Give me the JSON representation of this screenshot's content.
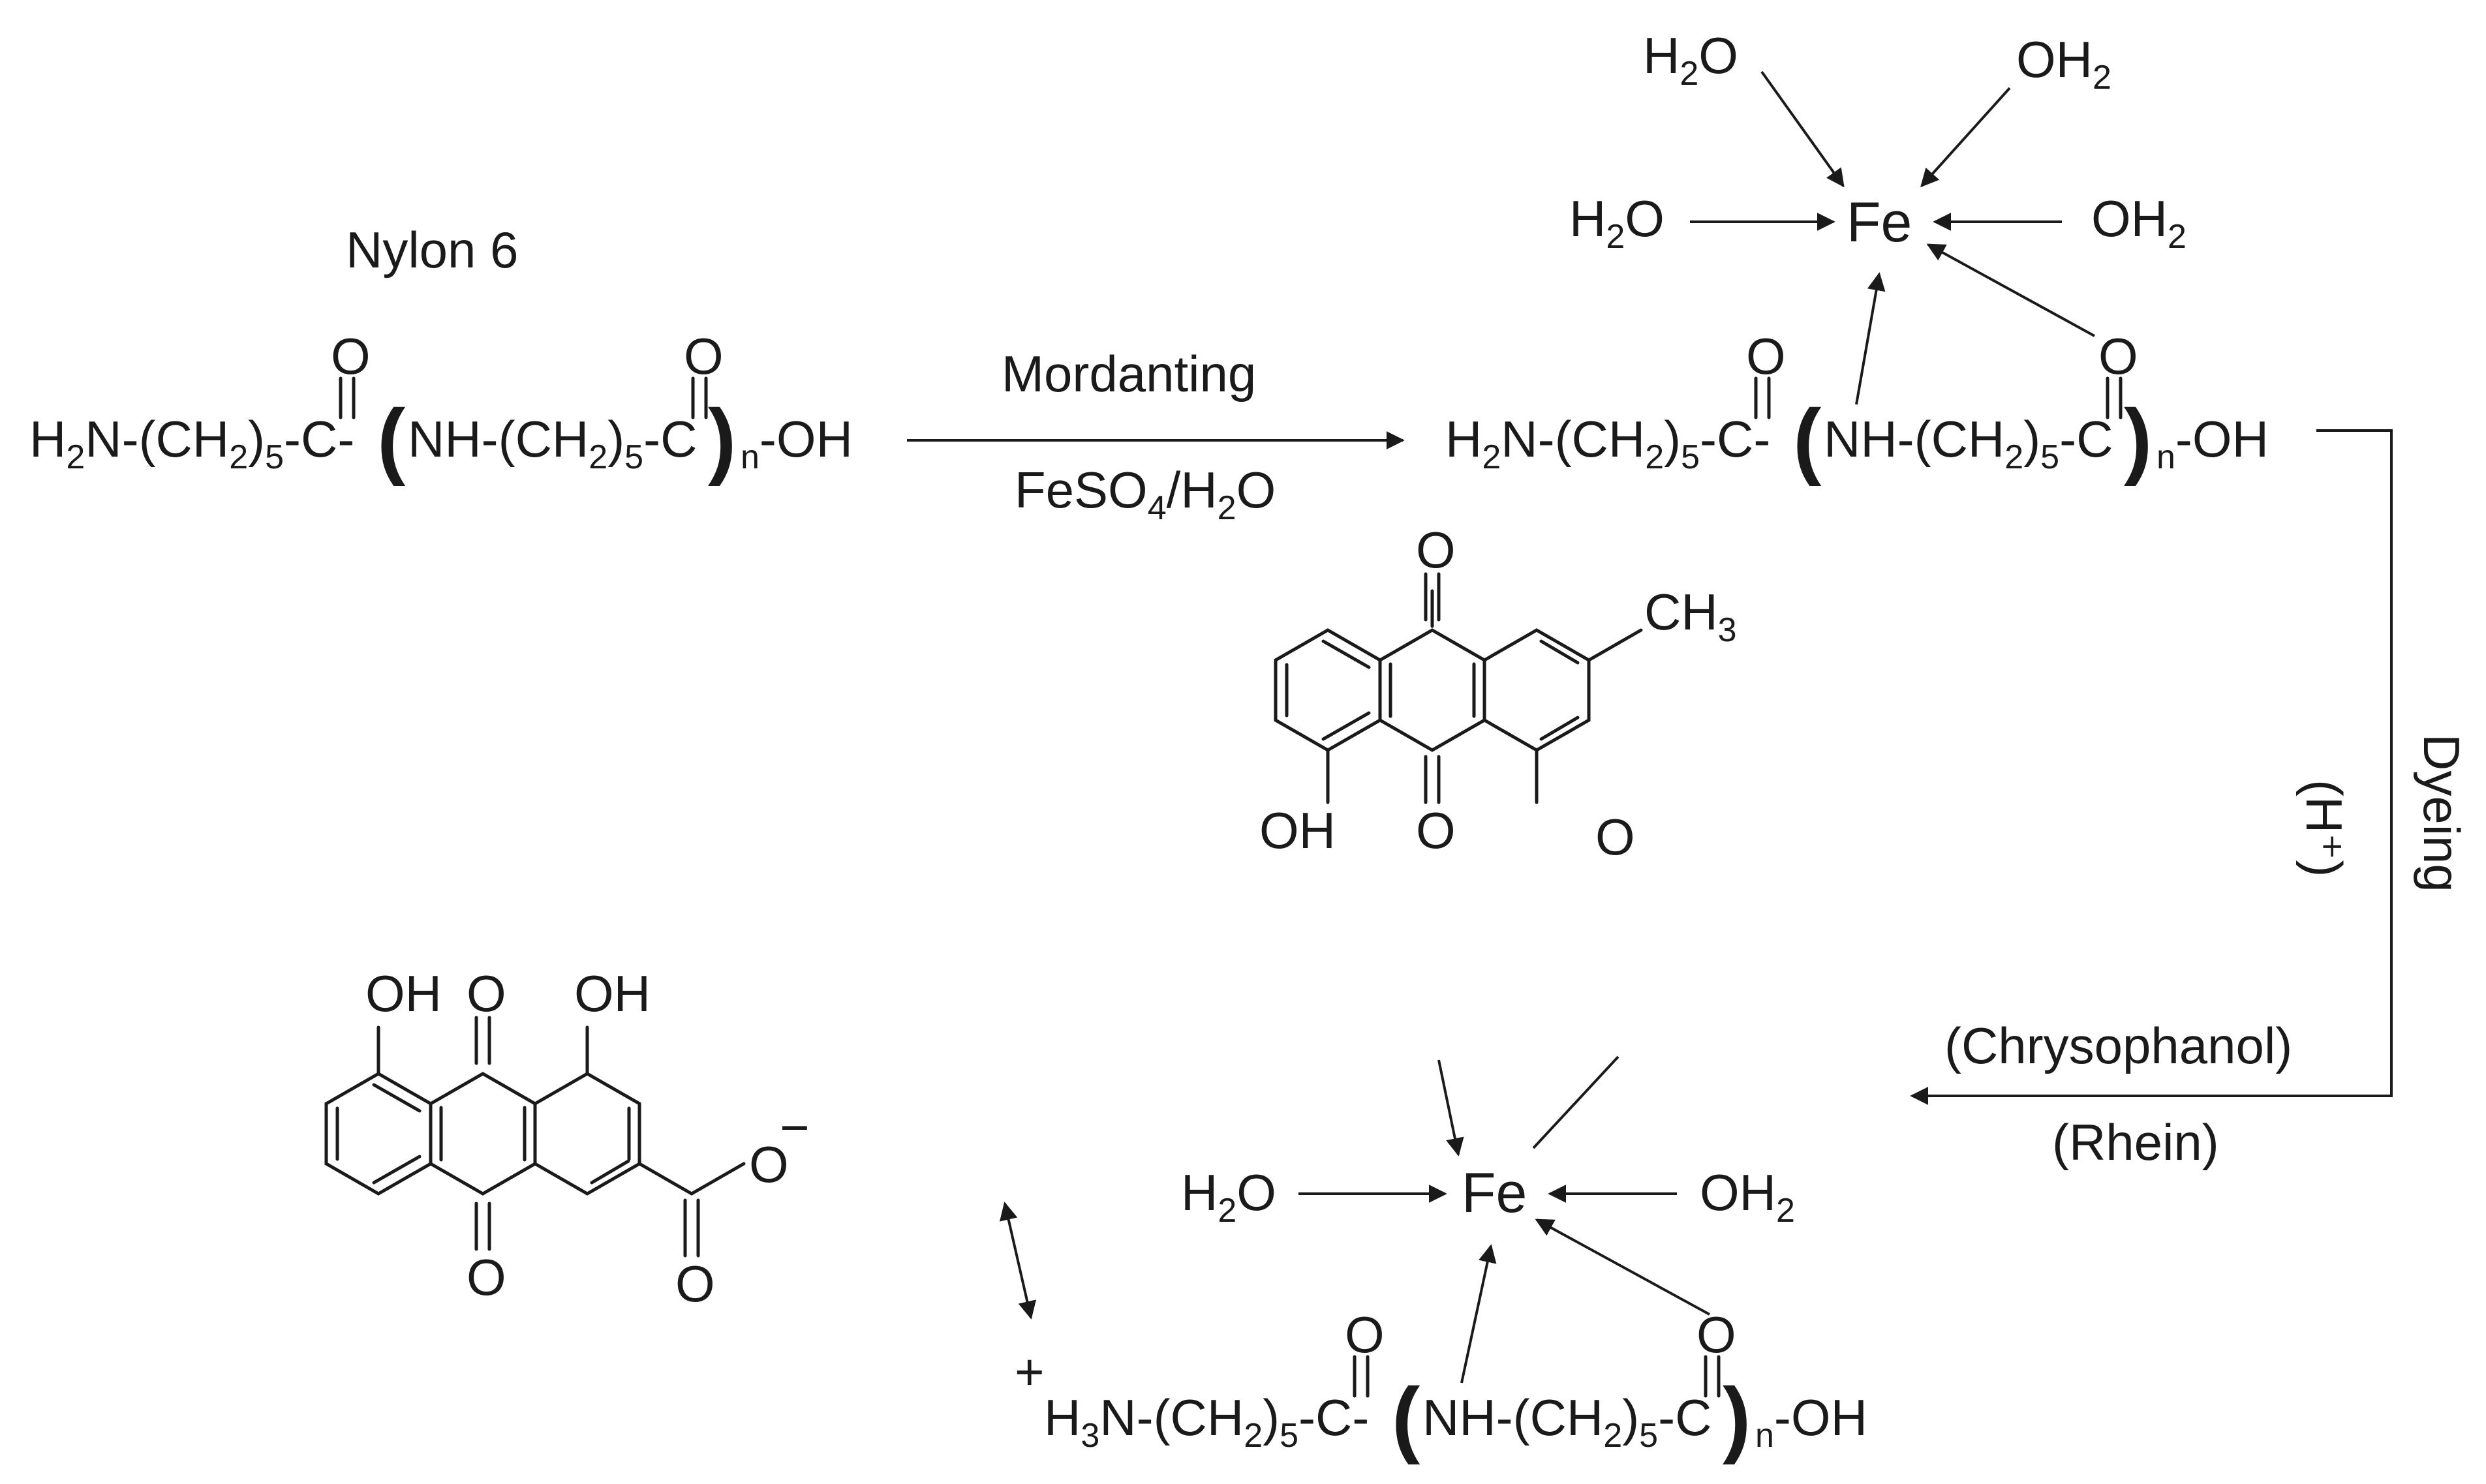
{
  "colors": {
    "ink": "#1a1a1a",
    "background": "#ffffff"
  },
  "labels": {
    "nylon6": "Nylon 6",
    "mordanting": "Mordanting",
    "reagent_fe": "FeSO",
    "reagent_sub4": "4",
    "reagent_slash": "/H",
    "reagent_sub2": "2",
    "reagent_o": "O",
    "dyeing": "Dyeing",
    "h_plus": "(H⁺)",
    "chrysophanol": "(Chrysophanol)",
    "rhein": "(Rhein)"
  },
  "atoms": {
    "fe": "Fe",
    "h2o_h": "H",
    "h2o_2": "2",
    "h2o_o": "O",
    "oh2_oh": "OH",
    "oh2_2": "2",
    "oh": "OH",
    "o": "O",
    "ch3_ch": "CH",
    "ch3_3": "3",
    "minus": "−",
    "plus": "+",
    "carbonyl_o": "O"
  },
  "chain": {
    "h": "H",
    "h_sub": "2",
    "h3_sub": "3",
    "n_ch": "N-(CH",
    "ch_sub": "2",
    "five": "5",
    "c_dash": ")",
    "c_dash2": "-C-",
    "paren_open": "(",
    "nh_ch": "NH-(CH",
    "c_close": "-C",
    "paren_close": ")",
    "n": "n",
    "oh_end": "-OH"
  }
}
